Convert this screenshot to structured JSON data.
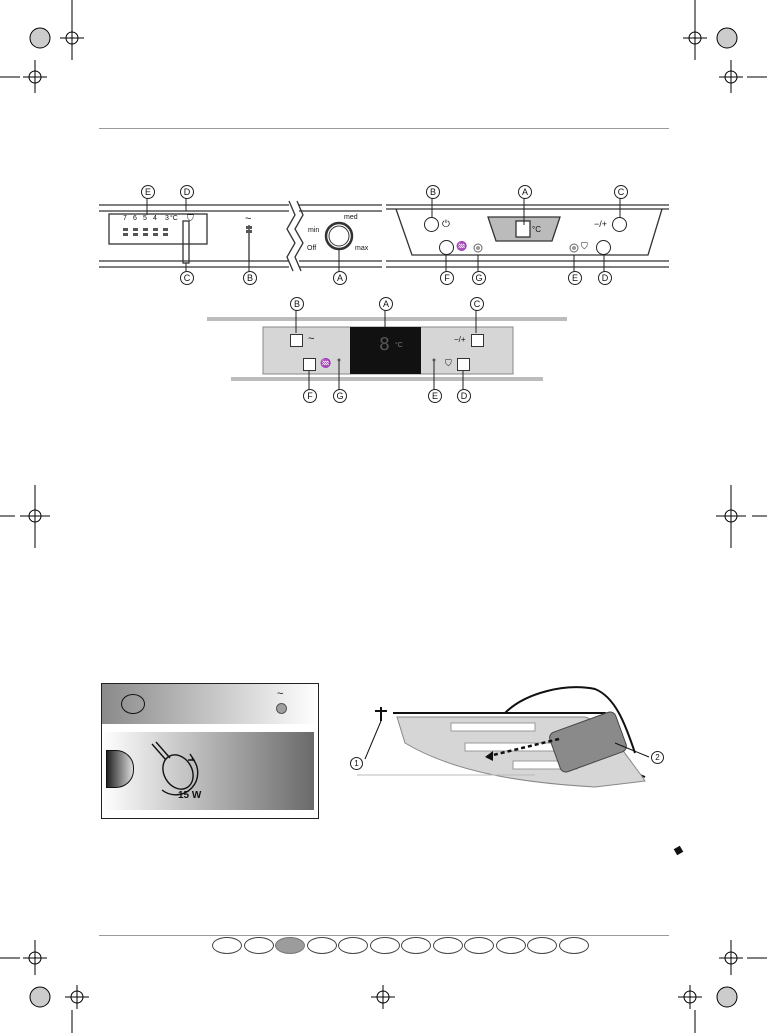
{
  "panel_a": {
    "callouts": [
      "E",
      "D",
      "C",
      "B",
      "A"
    ],
    "scale_numbers": [
      "7",
      "6",
      "5",
      "4",
      "3"
    ],
    "scale_unit": "°C",
    "knob_labels": {
      "min": "min",
      "med": "med",
      "max": "max",
      "off": "Off"
    },
    "symbol_wave": "~"
  },
  "panel_b": {
    "callouts": [
      "B",
      "A",
      "C",
      "F",
      "G",
      "E",
      "D"
    ],
    "display_unit": "°C",
    "plus_minus": "−/+"
  },
  "panel_c": {
    "callouts": [
      "B",
      "A",
      "C",
      "F",
      "G",
      "E",
      "D"
    ],
    "display_digit": "8",
    "display_unit": "°C",
    "plus_minus": "−/+",
    "symbol_wave": "~"
  },
  "bulb_panel": {
    "wattage": "15 W",
    "symbol_wave": "~"
  },
  "shelf_diagram": {
    "callouts": [
      "1",
      "2"
    ]
  },
  "language_tabs": {
    "count": 12,
    "active_index": 2
  }
}
